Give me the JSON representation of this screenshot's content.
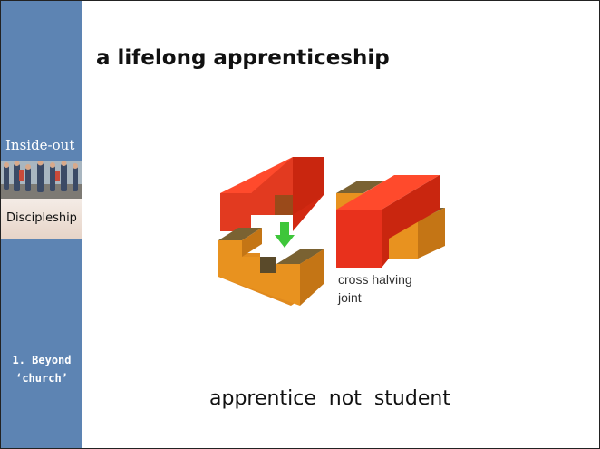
{
  "slide": {
    "title": "a lifelong apprenticeship",
    "tagline": "apprentice  not  student"
  },
  "sidebar": {
    "series_title": "Inside-out",
    "series_label": "Discipleship",
    "section_line1": "1. Beyond",
    "section_line2": "‘church’"
  },
  "diagram": {
    "caption": "cross halving joint"
  },
  "colors": {
    "sidebar": "#5d84b3",
    "red_block": "#e8311c",
    "orange_block": "#e8901f",
    "arrow": "#3ec63a"
  }
}
